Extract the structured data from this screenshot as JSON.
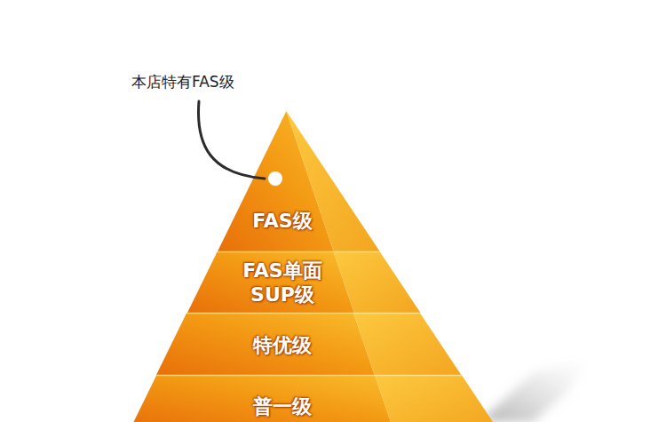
{
  "diagram": {
    "nodes": [
      {
        "text": [
          "FAS级"
        ]
      },
      {
        "text": [
          "FAS单面 SUP级"
        ]
      },
      {
        "text": [
          "特优级"
        ]
      },
      {
        "text": [
          "普一级"
        ]
      }
    ],
    "labels": [
      "本店特有FAS级"
    ]
  }
}
